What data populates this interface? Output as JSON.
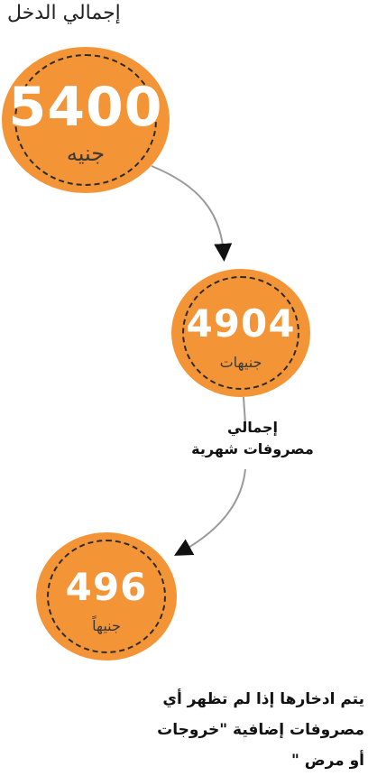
{
  "title": "إجمالي الدخل",
  "nodes": [
    {
      "value": "5400",
      "unit": "جنيه"
    },
    {
      "value": "4904",
      "unit": "جنيهات"
    },
    {
      "value": "496",
      "unit": "جنيهاً"
    }
  ],
  "edge_label": {
    "line1": "إجمالي",
    "line2": "مصروفات شهرية"
  },
  "note": {
    "line1": "يتم ادخارها إذا لم تظهر أي",
    "line2": "مصروفات إضافية \"خروجات",
    "line3": "أو مرض \""
  },
  "colors": {
    "circle_fill": "#f39437",
    "dash": "#2c2c2c",
    "number": "#ffffff"
  }
}
